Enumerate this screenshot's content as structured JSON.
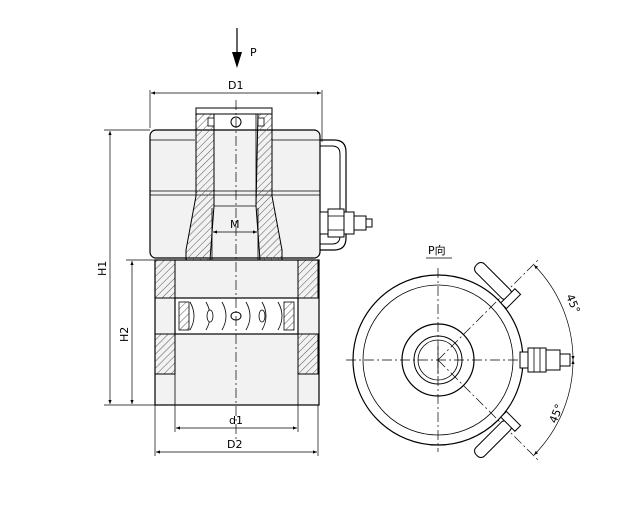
{
  "labels": {
    "load": "P",
    "outer_dia_top": "D1",
    "thread": "M",
    "total_height": "H1",
    "stroke_height": "H2",
    "inner_dia": "d1",
    "outer_dia_base": "D2",
    "view_label": "P向",
    "angle_top": "45°",
    "angle_bottom": "45°"
  },
  "colors": {
    "body_fill": "#f2f2f2",
    "hatch": "#555555",
    "line": "#000000"
  }
}
